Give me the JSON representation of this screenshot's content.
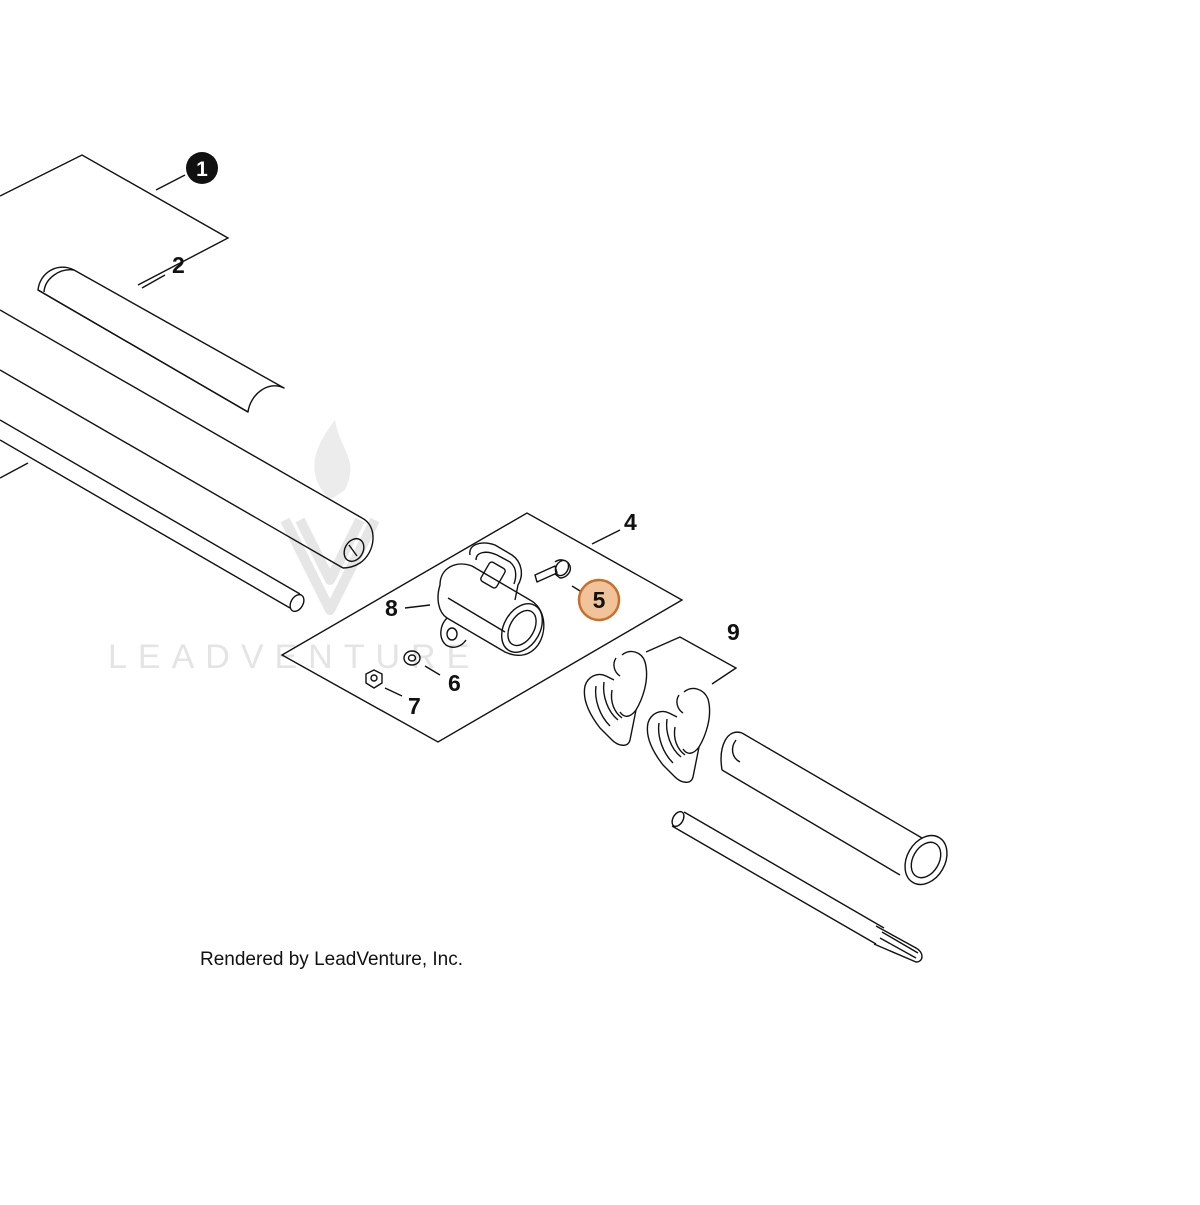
{
  "watermark": {
    "text": "LEADVENTURE"
  },
  "credit": "Rendered by LeadVenture, Inc.",
  "callouts": {
    "c1": "1",
    "c2": "2",
    "c4": "4",
    "c5": "5",
    "c6": "6",
    "c7": "7",
    "c8": "8",
    "c9": "9"
  },
  "colors": {
    "line": "#111111",
    "highlight_fill": "#f0c39a",
    "highlight_stroke": "#c8702b",
    "watermark": "#e4e4e4"
  }
}
